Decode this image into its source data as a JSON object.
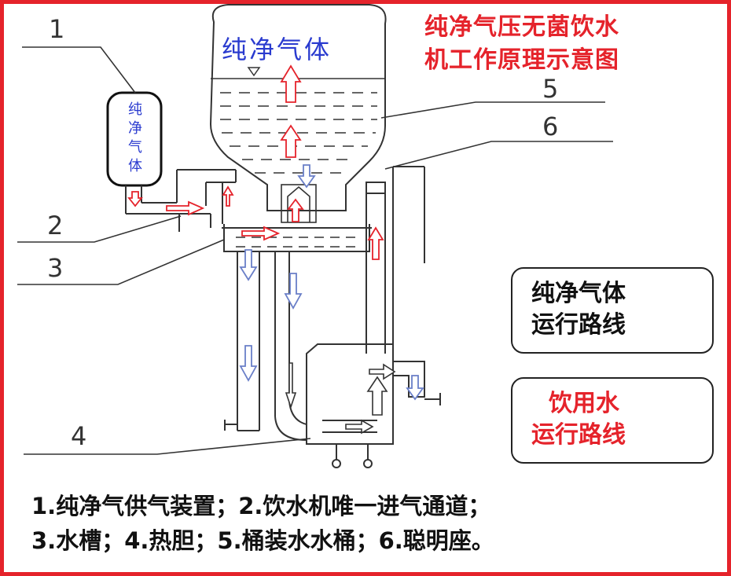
{
  "title": {
    "line1": "纯净气压无菌饮水",
    "line2": "机工作原理示意图"
  },
  "bottle_label": "纯净气体",
  "canister_label": [
    "纯",
    "净",
    "气",
    "体"
  ],
  "callouts": [
    "1",
    "2",
    "3",
    "4",
    "5",
    "6"
  ],
  "legend": {
    "gas": {
      "line1": "纯净气体",
      "line2": "运行路线",
      "text_color": "#111111",
      "arrow_color": "#e5232b"
    },
    "water": {
      "line1": "饮用水",
      "line2": "运行路线",
      "text_color": "#e5232b",
      "arrow_color": "#555555"
    }
  },
  "caption": {
    "line1": "1.纯净气供气装置；2.饮水机唯一进气通道；",
    "line2": "3.水槽；4.热胆；5.桶装水水桶；6.聪明座。"
  },
  "colors": {
    "frame": "#e5232b",
    "blue_label": "#2a3bcf",
    "gas_arrow": "#e5232b",
    "water_arrow": "#6a7fc8"
  }
}
